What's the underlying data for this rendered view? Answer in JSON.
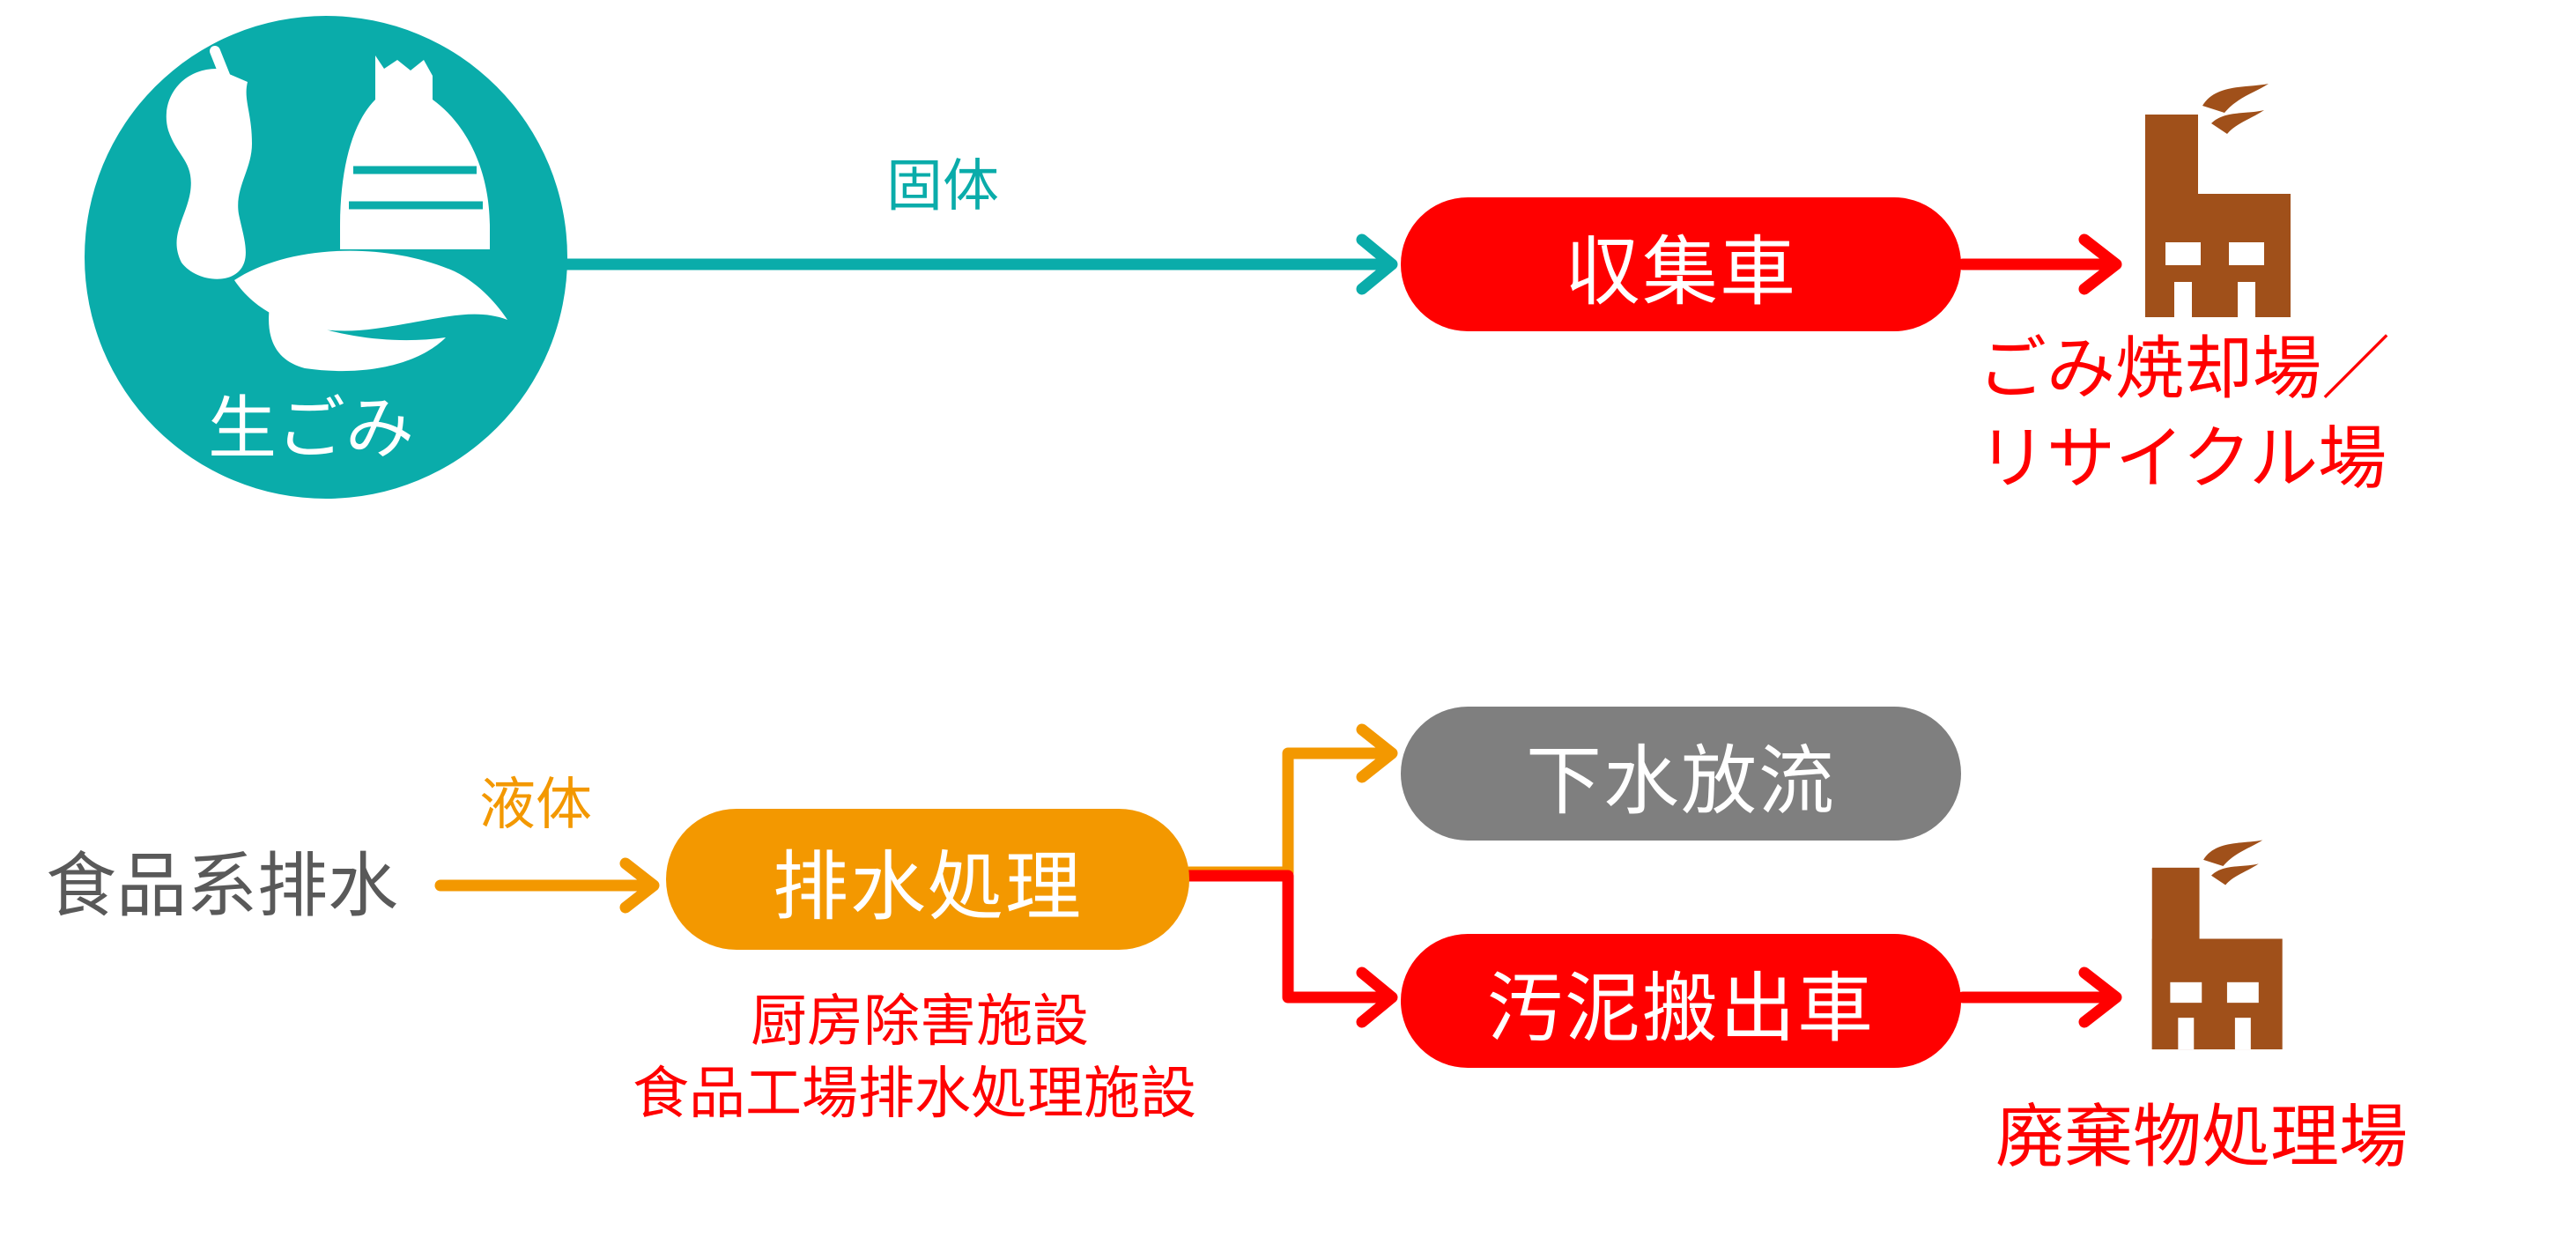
{
  "colors": {
    "teal": "#0aacaa",
    "red": "#ff0000",
    "orange": "#f39800",
    "gray": "#7f7f7f",
    "brown": "#a0501a",
    "text_gray": "#595959"
  },
  "icons": {
    "food_waste": "food-waste-icon",
    "factory": "factory-icon"
  },
  "solid": {
    "source_label": "生ごみ",
    "edge_label": "固体",
    "collector": "収集車",
    "destination_line1": "ごみ焼却場／",
    "destination_line2": "リサイクル場"
  },
  "liquid": {
    "source_label": "食品系排水",
    "edge_label": "液体",
    "process": "排水処理",
    "process_note_line1": "厨房除害施設",
    "process_note_line2": "食品工場排水処理施設",
    "sewer": "下水放流",
    "sludge_truck": "汚泥搬出車",
    "destination": "廃棄物処理場"
  }
}
